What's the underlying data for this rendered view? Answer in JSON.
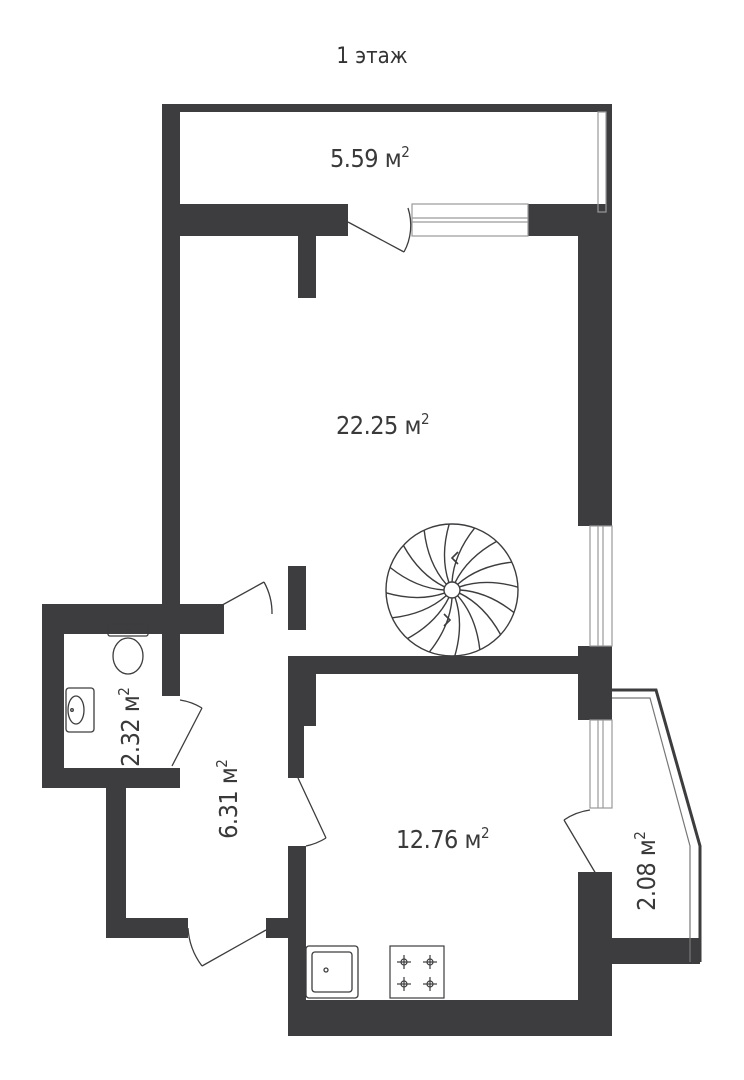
{
  "floor_title": "1 этаж",
  "unit": "м",
  "unit_sup": "2",
  "rooms": [
    {
      "id": "balcony-top",
      "area": "5.59"
    },
    {
      "id": "living",
      "area": "22.25"
    },
    {
      "id": "bathroom",
      "area": "2.32"
    },
    {
      "id": "hallway",
      "area": "6.31"
    },
    {
      "id": "kitchen",
      "area": "12.76"
    },
    {
      "id": "balcony-right",
      "area": "2.08"
    }
  ],
  "colors": {
    "wall": "#3d3d3f",
    "thin": "#555555",
    "window": "#9a9a9a"
  }
}
